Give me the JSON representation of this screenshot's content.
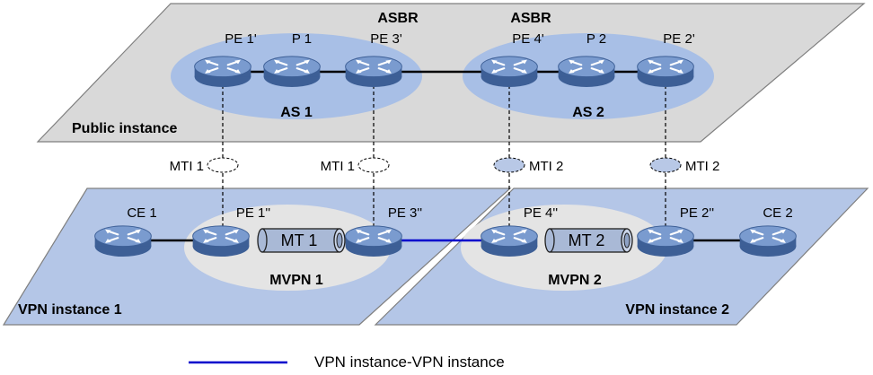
{
  "colors": {
    "public_plane": "#d9d9d9",
    "vpn_plane": "#b4c6e7",
    "as_region": "#a8bfe6",
    "mvpn_region": "#e4e4e4",
    "router_body": "#6e8fc3",
    "tube": "#a9b9d6",
    "mti_filled": "#b8c8e6",
    "vpn_vpn_link": "#0000cc",
    "link": "#000000"
  },
  "planes": {
    "public": "Public instance",
    "vpn1": "VPN instance 1",
    "vpn2": "VPN instance 2"
  },
  "as_labels": {
    "as1": "AS 1",
    "as2": "AS 2"
  },
  "asbr_labels": {
    "left": "ASBR",
    "right": "ASBR"
  },
  "mvpn_labels": {
    "mvpn1": "MVPN 1",
    "mvpn2": "MVPN 2"
  },
  "routers": {
    "pe1p": "PE 1'",
    "p1": "P 1",
    "pe3p": "PE 3'",
    "pe4p": "PE 4'",
    "p2": "P 2",
    "pe2p": "PE 2'",
    "ce1": "CE 1",
    "pe1pp": "PE 1''",
    "pe3pp": "PE 3''",
    "pe4pp": "PE 4''",
    "pe2pp": "PE 2''",
    "ce2": "CE 2"
  },
  "mti": {
    "mti1a": "MTI 1",
    "mti1b": "MTI 1",
    "mti2a": "MTI 2",
    "mti2b": "MTI 2"
  },
  "tunnels": {
    "mt1": "MT 1",
    "mt2": "MT 2"
  },
  "legend": {
    "vpn_vpn": "VPN instance-VPN instance"
  },
  "icons": {
    "router": "router-icon",
    "mti": "mti-interface-icon",
    "tunnel": "multicast-tunnel-icon"
  }
}
